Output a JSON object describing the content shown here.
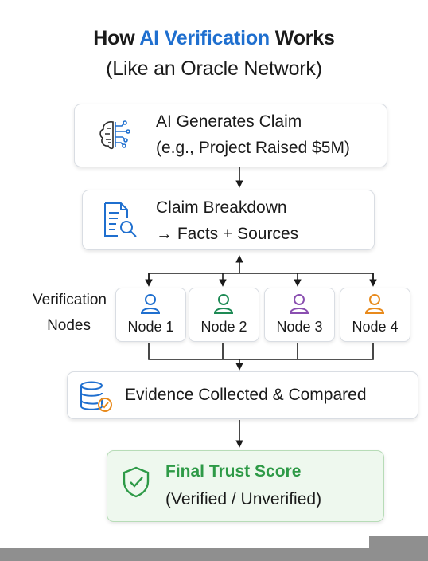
{
  "title": {
    "pre": "How ",
    "accent": "AI Verification",
    "post": " Works",
    "subtitle": "(Like an Oracle Network)"
  },
  "steps": {
    "claim": {
      "line1": "AI Generates Claim",
      "line2": "(e.g., Project Raised $5M)",
      "icon": "brain-circuit-icon"
    },
    "breakdown": {
      "line1": "Claim Breakdown",
      "line2": "→ Facts + Sources",
      "icon": "document-search-icon"
    },
    "evidence": {
      "line1": "Evidence Collected & Compared",
      "icon": "database-check-icon"
    },
    "final": {
      "line1": "Final Trust Score",
      "line2": "(Verified / Unverified)",
      "icon": "shield-check-icon"
    }
  },
  "verification": {
    "label_line1": "Verification",
    "label_line2": "Nodes",
    "nodes": [
      {
        "label": "Node 1",
        "color": "#1f6fcf"
      },
      {
        "label": "Node 2",
        "color": "#1e8a55"
      },
      {
        "label": "Node 3",
        "color": "#8a4fb0"
      },
      {
        "label": "Node 4",
        "color": "#e88a1c"
      }
    ]
  },
  "colors": {
    "accent": "#1f6fcf",
    "final_text": "#2e9a47",
    "final_bg": "#eef8ee"
  }
}
